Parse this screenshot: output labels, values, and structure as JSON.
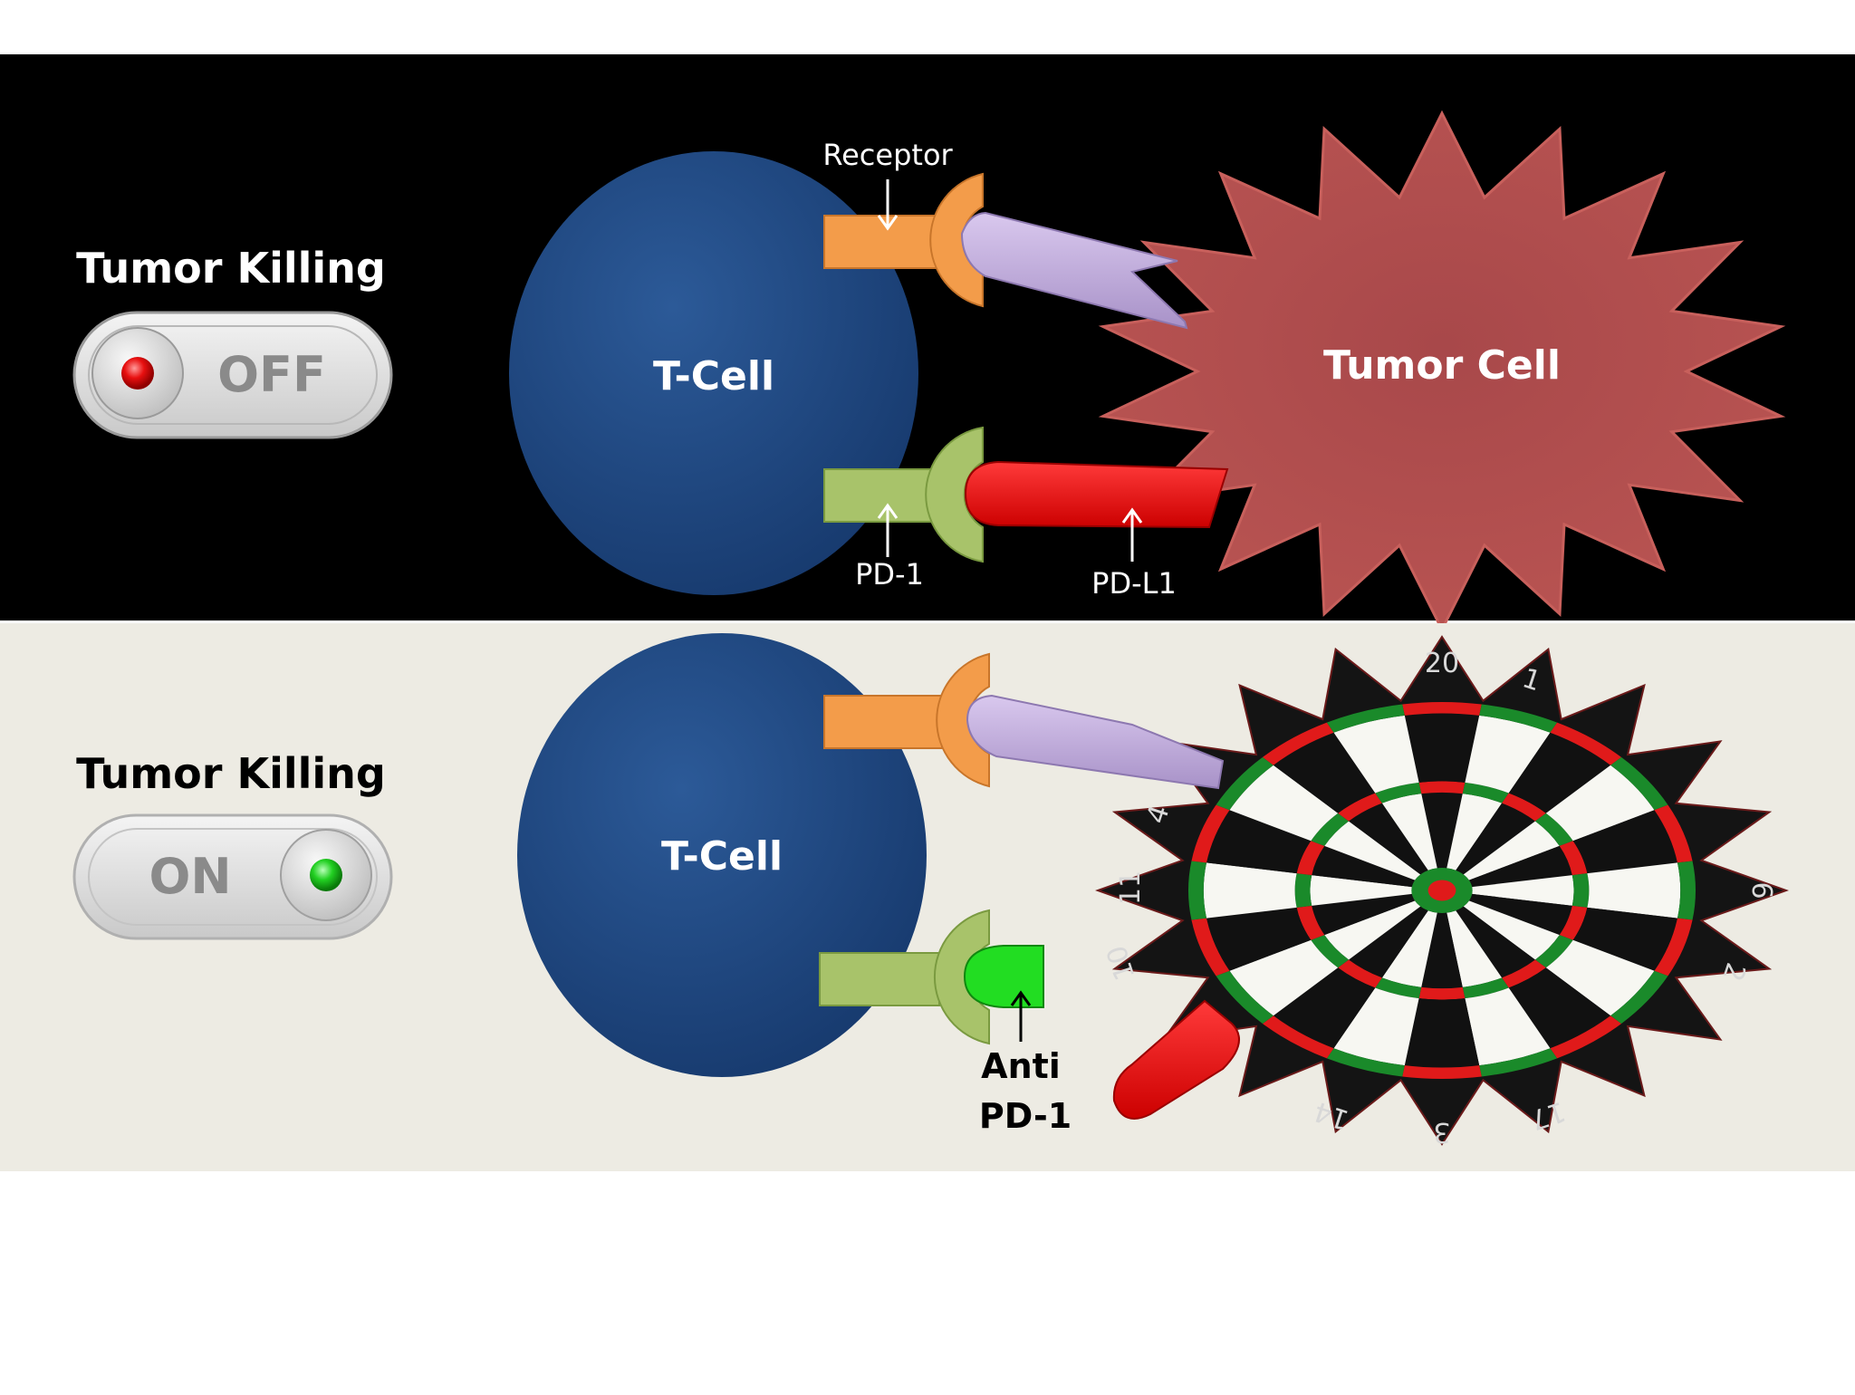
{
  "top_panel": {
    "switch_title": "Tumor Killing",
    "switch_state": "OFF",
    "t_cell_label": "T-Cell",
    "tumor_cell_label": "Tumor Cell",
    "receptor_label": "Receptor",
    "pd1_label": "PD-1",
    "pdl1_label": "PD-L1"
  },
  "bottom_panel": {
    "switch_title": "Tumor Killing",
    "switch_state": "ON",
    "t_cell_label": "T-Cell",
    "anti_pd1_line1": "Anti",
    "anti_pd1_line2": "PD-1",
    "dartboard_numbers": [
      "20",
      "1",
      "4",
      "6",
      "11",
      "10",
      "3",
      "17",
      "2",
      "14"
    ]
  },
  "colors": {
    "top_background": "#000000",
    "bottom_background": "#edebe3",
    "t_cell": "#1f4882",
    "tumor_cell": "#b04a48",
    "receptor": "#f39c4a",
    "pd1": "#a8c36a",
    "ligand_purple": "#c4aee0",
    "pdl1_red": "#ee1111",
    "anti_pd1_green": "#22dd22",
    "switch_off_led": "#e81010",
    "switch_on_led": "#22d022"
  }
}
